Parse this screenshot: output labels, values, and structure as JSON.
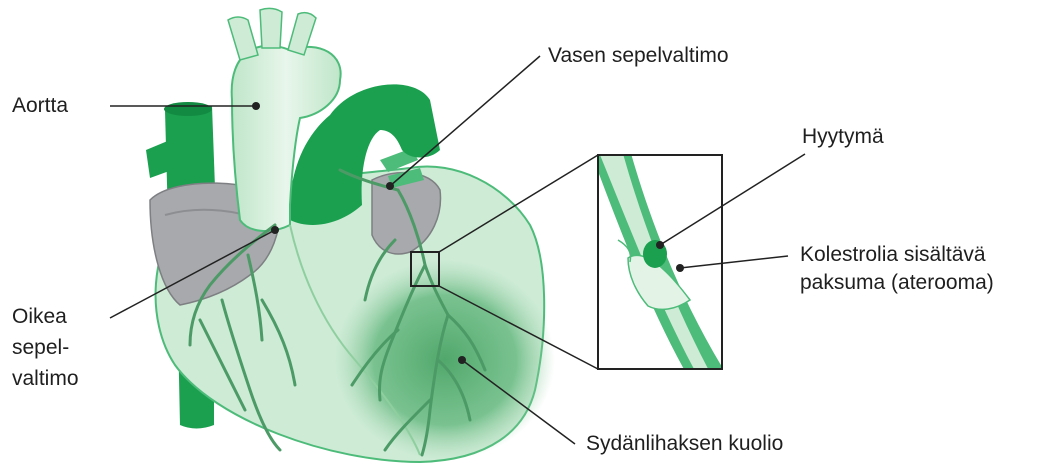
{
  "labels": {
    "aortta": "Aortta",
    "vasen_sepelvaltimo": "Vasen sepelvaltimo",
    "hyytyma": "Hyytymä",
    "kolestrolia_line1": "Kolestrolia sisältävä",
    "kolestrolia_line2": "paksuma (aterooma)",
    "oikea_line1": "Oikea",
    "oikea_line2": "sepel-",
    "oikea_line3": "valtimo",
    "sydanlihaksen_kuolio": "Sydänlihaksen kuolio"
  },
  "colors": {
    "dark_green": "#1aa04f",
    "mid_green": "#4dbb79",
    "light_green": "#cdebd5",
    "pale_green": "#e3f4e6",
    "grey": "#a7a9ac",
    "dark_grey": "#7d7f82",
    "infarct": "#5fb47a",
    "line": "#222222"
  }
}
